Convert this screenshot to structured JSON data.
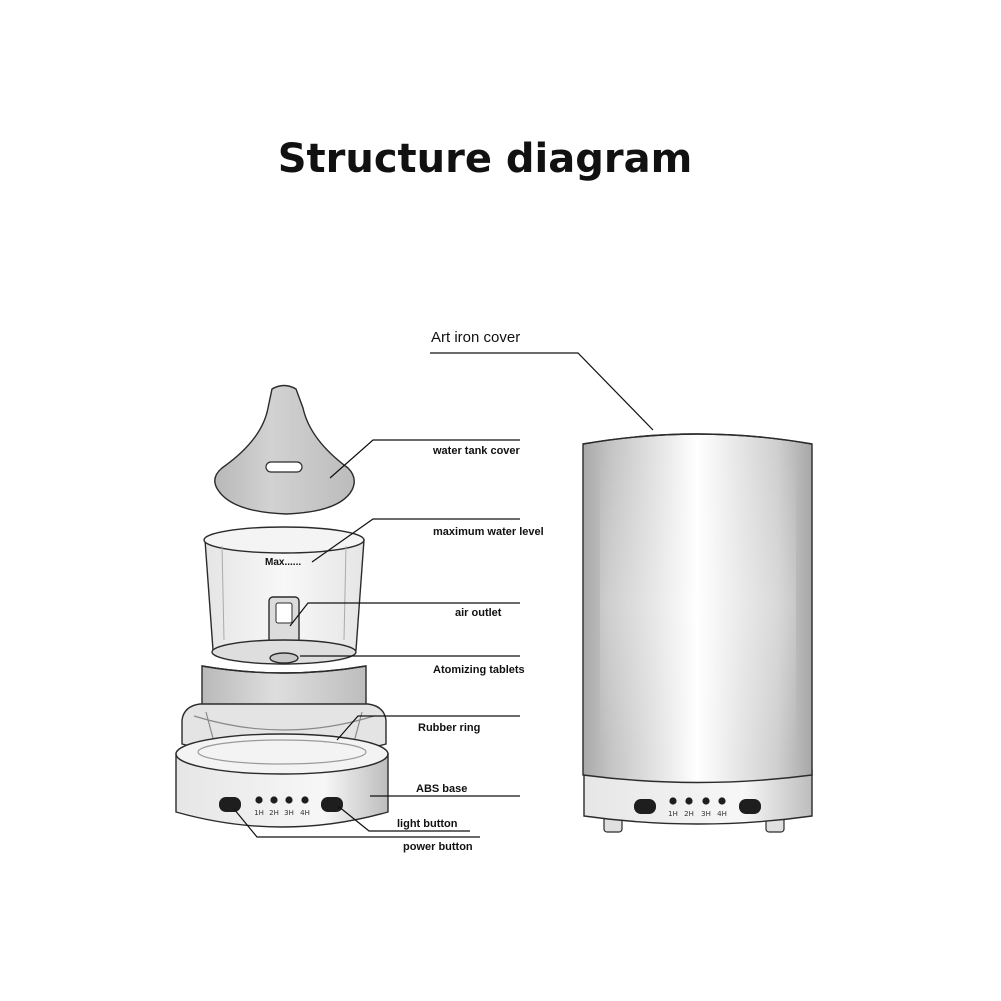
{
  "title": "Structure diagram",
  "labels": {
    "art_iron_cover": "Art iron cover",
    "water_tank_cover": "water tank cover",
    "maximum_water_level": "maximum water level",
    "max_mark": "Max......",
    "air_outlet": "air outlet",
    "atomizing_tablets": "Atomizing tablets",
    "rubber_ring": "Rubber ring",
    "abs_base": "ABS base",
    "light_button": "light button",
    "power_button": "power button"
  },
  "timer_marks": [
    "1H",
    "2H",
    "3H",
    "4H"
  ],
  "colors": {
    "outline": "#2b2b2b",
    "body_grey": "#c9c9c9",
    "text": "#111111",
    "background": "#ffffff"
  }
}
